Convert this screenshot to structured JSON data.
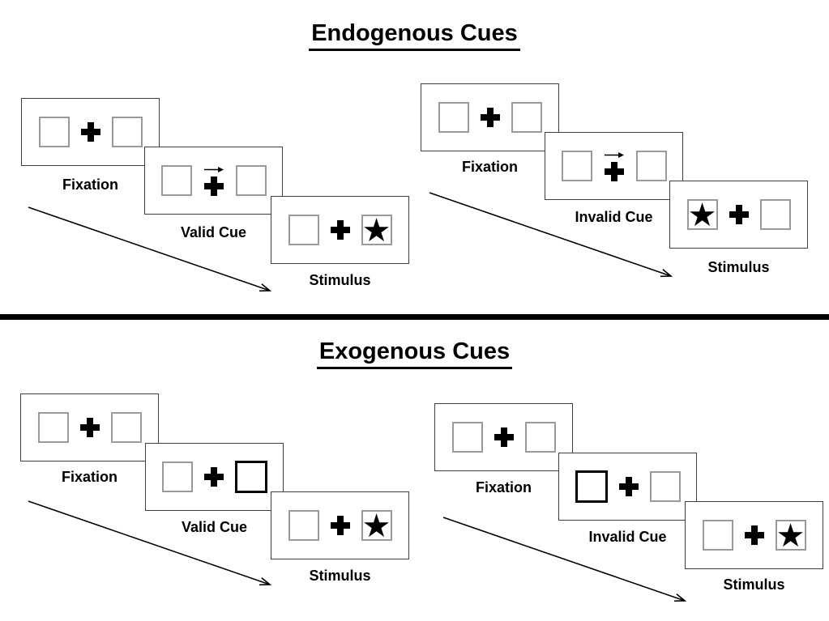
{
  "diagram": {
    "description": "Posner attention cueing task: sequences of fixation, cue and stimulus screens",
    "sections": [
      {
        "title": "Endogenous Cues",
        "panels": [
          {
            "name": "valid-trial",
            "frames": [
              {
                "label": "Fixation",
                "left_box": "empty",
                "center": "fixation-cross",
                "right_box": "empty"
              },
              {
                "label": "Valid Cue",
                "left_box": "empty",
                "center": "fixation-cross with right-pointing arrow above",
                "right_box": "empty"
              },
              {
                "label": "Stimulus",
                "left_box": "empty",
                "center": "fixation-cross",
                "right_box": "star"
              }
            ]
          },
          {
            "name": "invalid-trial",
            "frames": [
              {
                "label": "Fixation",
                "left_box": "empty",
                "center": "fixation-cross",
                "right_box": "empty"
              },
              {
                "label": "Invalid Cue",
                "left_box": "empty",
                "center": "fixation-cross with right-pointing arrow above",
                "right_box": "empty"
              },
              {
                "label": "Stimulus",
                "left_box": "star",
                "center": "fixation-cross",
                "right_box": "empty"
              }
            ]
          }
        ]
      },
      {
        "title": "Exogenous Cues",
        "panels": [
          {
            "name": "valid-trial",
            "frames": [
              {
                "label": "Fixation",
                "left_box": "empty",
                "center": "fixation-cross",
                "right_box": "empty"
              },
              {
                "label": "Valid Cue",
                "left_box": "empty",
                "center": "fixation-cross",
                "right_box": "thick-highlighted-box"
              },
              {
                "label": "Stimulus",
                "left_box": "empty",
                "center": "fixation-cross",
                "right_box": "star"
              }
            ]
          },
          {
            "name": "invalid-trial",
            "frames": [
              {
                "label": "Fixation",
                "left_box": "empty",
                "center": "fixation-cross",
                "right_box": "empty"
              },
              {
                "label": "Invalid Cue",
                "left_box": "thick-highlighted-box",
                "center": "fixation-cross",
                "right_box": "empty"
              },
              {
                "label": "Stimulus",
                "left_box": "empty",
                "center": "fixation-cross",
                "right_box": "star"
              }
            ]
          }
        ]
      }
    ],
    "timeline_arrows": "each panel has a thin diagonal arrow running from upper-left to lower-right indicating time order"
  },
  "icons": {
    "star_glyph": "★",
    "cue_arrow": "right-arrow",
    "fixation_cross": "plus"
  },
  "colors": {
    "background": "#ffffff",
    "ink": "#000000",
    "frame_border": "#3f3f3f",
    "box_border": "#9a9a9a"
  }
}
